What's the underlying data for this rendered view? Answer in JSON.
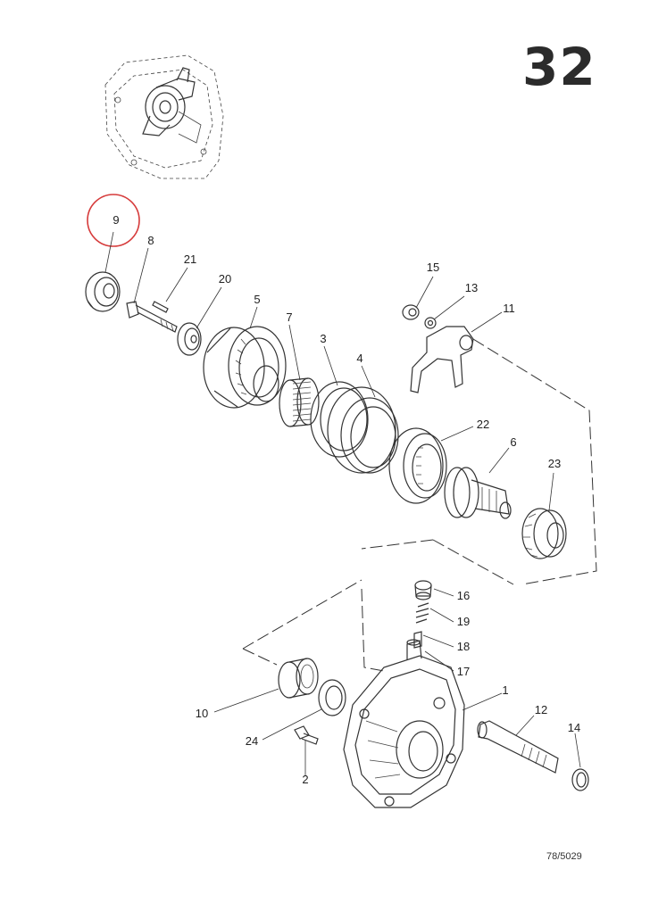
{
  "page": {
    "page_number": "32",
    "reference_code": "78/5029"
  },
  "highlight": {
    "color": "#d63b3b",
    "target_label": "9"
  },
  "callouts": [
    {
      "id": "c9",
      "label": "9"
    },
    {
      "id": "c8",
      "label": "8"
    },
    {
      "id": "c21",
      "label": "21"
    },
    {
      "id": "c20",
      "label": "20"
    },
    {
      "id": "c5",
      "label": "5"
    },
    {
      "id": "c7",
      "label": "7"
    },
    {
      "id": "c3",
      "label": "3"
    },
    {
      "id": "c4",
      "label": "4"
    },
    {
      "id": "c15",
      "label": "15"
    },
    {
      "id": "c13",
      "label": "13"
    },
    {
      "id": "c11",
      "label": "11"
    },
    {
      "id": "c22",
      "label": "22"
    },
    {
      "id": "c6",
      "label": "6"
    },
    {
      "id": "c23",
      "label": "23"
    },
    {
      "id": "c16",
      "label": "16"
    },
    {
      "id": "c19",
      "label": "19"
    },
    {
      "id": "c18",
      "label": "18"
    },
    {
      "id": "c17",
      "label": "17"
    },
    {
      "id": "c1",
      "label": "1"
    },
    {
      "id": "c12",
      "label": "12"
    },
    {
      "id": "c10",
      "label": "10"
    },
    {
      "id": "c24",
      "label": "24"
    },
    {
      "id": "c14",
      "label": "14"
    },
    {
      "id": "c2",
      "label": "2"
    }
  ]
}
